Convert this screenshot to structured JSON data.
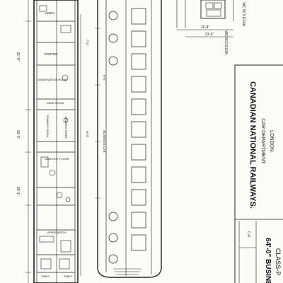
{
  "sheet": {
    "marking": "WC 8CS EZ4A"
  },
  "plan": {
    "linen": "LINEN",
    "porter": "PORTER",
    "observation": "OBSERVATION ROOM",
    "wine": "WINE ROOM",
    "drawing_room_left": "DRAWING ROOM",
    "drawing_room_right": "DRAWING ROOM",
    "lavatory": "LAVATORY FLOOR",
    "upper_berth": "UPPER BERTH",
    "table_left": "TABLE",
    "table_right": "TABLE",
    "dim_1": "21'-0\"",
    "dim_2": "16'-3\"",
    "dim_3": "18'-1\"",
    "dim_inner_1": "7'-0\"",
    "dim_inner_2": "6'-0\""
  },
  "elevation": {
    "note": "BUSINESS CAR",
    "dim_1": "9'-6\""
  },
  "end_view": {
    "dim_1": "11'-8\"",
    "dim_2": "13'-6\"",
    "caption": "WC 8CS EZ4A"
  },
  "title_block": {
    "railway": "CANADIAN NATIONAL RAILWAYS.",
    "department": "CAR DEPARTMENT.",
    "city": "LONDON.",
    "drawing_no": "C-6",
    "car_designation": "64'-0\" BUSINE",
    "car_class": "CLASS-P"
  }
}
